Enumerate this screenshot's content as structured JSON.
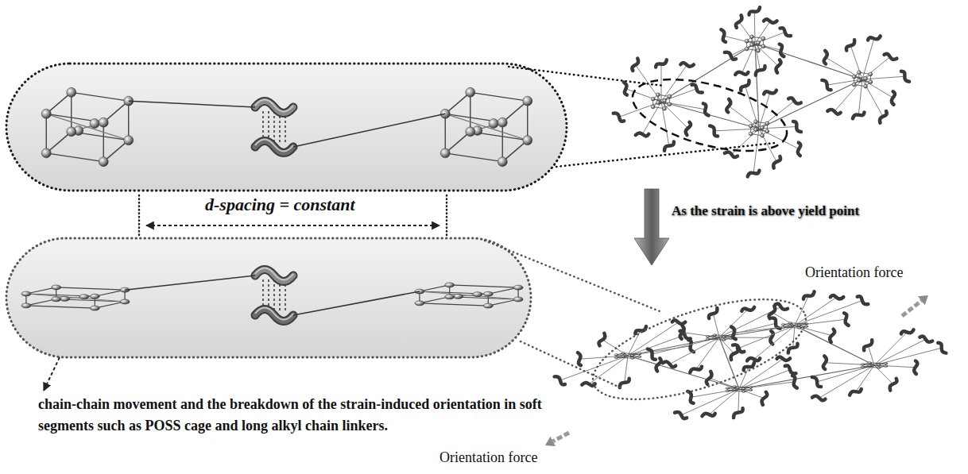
{
  "diagram": {
    "labels": [
      "d-spacing = constant",
      "As the strain is above yield point",
      "Orientation force",
      "Orientation force",
      "chain-chain movement and the breakdown of the strain-induced orientation in soft segments such as POSS cage and long alkyl chain linkers."
    ]
  }
}
